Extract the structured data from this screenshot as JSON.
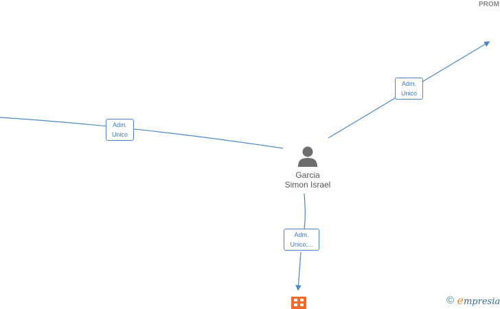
{
  "nodes": {
    "person": {
      "name_line1": "Garcia",
      "name_line2": "Simon Israel",
      "icon": "person-icon"
    },
    "top_right_label": "PROM",
    "company": {
      "icon": "building-icon",
      "color": "#f26b2a"
    }
  },
  "edges": {
    "left": {
      "line1": "Adm.",
      "line2": "Unico"
    },
    "top_right": {
      "line1": "Adm.",
      "line2": "Unico"
    },
    "bottom": {
      "line1": "Adm.",
      "line2": "Unico,..."
    }
  },
  "colors": {
    "edge": "#4a86c8",
    "company": "#f26b2a"
  },
  "brand": {
    "copyright": "©",
    "e": "e",
    "rest": "mpresia"
  }
}
